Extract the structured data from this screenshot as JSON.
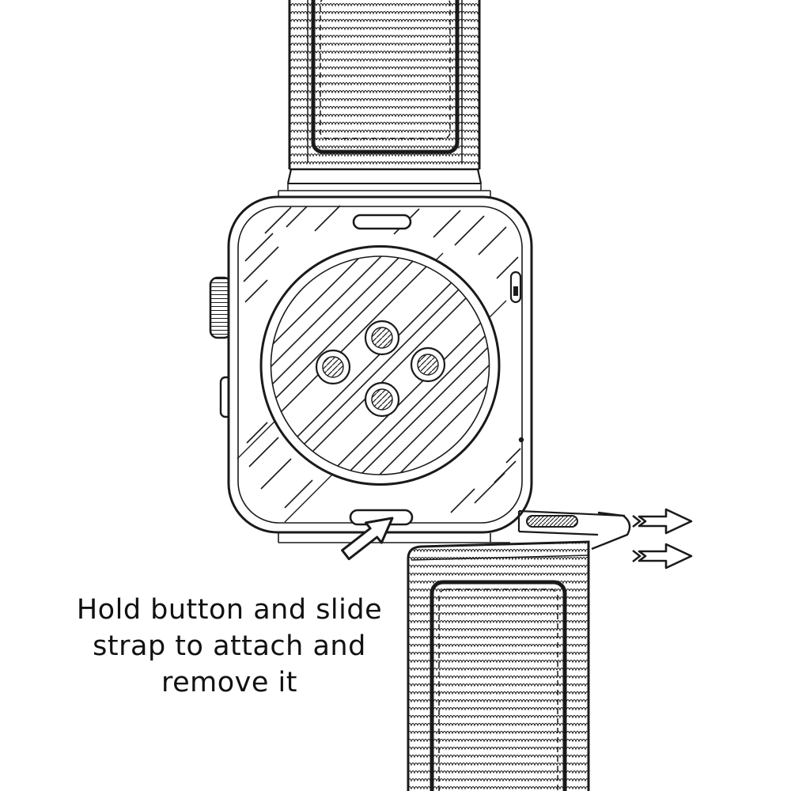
{
  "illustration": {
    "background": "#ffffff",
    "ink": "#1a1a1a",
    "annotation": {
      "line1": "Hold button and slide",
      "line2": "strap to attach and",
      "line3": "remove it"
    },
    "icons": {
      "slide_arrows": "arrow-right",
      "pointer_arrow": "arrow-up-right"
    }
  }
}
